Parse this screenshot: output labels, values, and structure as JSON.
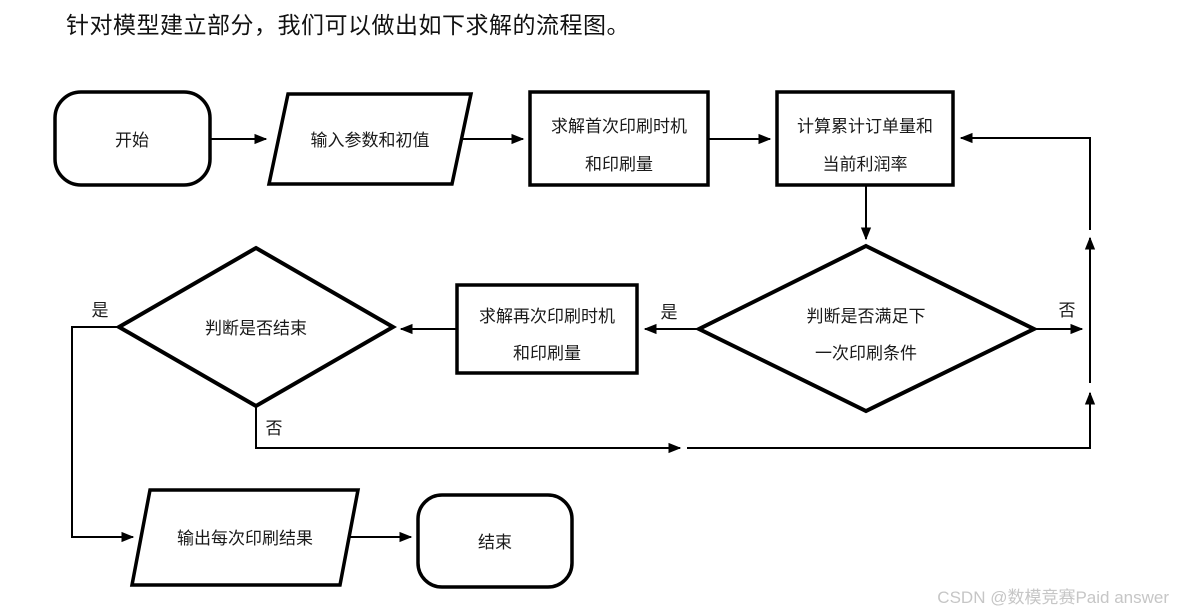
{
  "page": {
    "title": "针对模型建立部分，我们可以做出如下求解的流程图。",
    "watermark": "CSDN @数模竞赛Paid answer"
  },
  "flowchart": {
    "nodes": {
      "start": {
        "type": "terminator",
        "label": "开始"
      },
      "input": {
        "type": "io",
        "label": "输入参数和初值"
      },
      "solve_first": {
        "type": "process",
        "line1": "求解首次印刷时机",
        "line2": "和印刷量"
      },
      "compute": {
        "type": "process",
        "line1": "计算累计订单量和",
        "line2": "当前利润率"
      },
      "decision_next_print": {
        "type": "decision",
        "line1": "判断是否满足下",
        "line2": "一次印刷条件"
      },
      "solve_again": {
        "type": "process",
        "line1": "求解再次印刷时机",
        "line2": "和印刷量"
      },
      "decision_end": {
        "type": "decision",
        "label": "判断是否结束"
      },
      "output": {
        "type": "io",
        "label": "输出每次印刷结果"
      },
      "end": {
        "type": "terminator",
        "label": "结束"
      }
    },
    "edge_labels": {
      "next_print_no": "否",
      "next_print_yes": "是",
      "end_yes": "是",
      "end_no": "否"
    },
    "colors": {
      "line": "#000000",
      "text": "#1a1a1a",
      "watermark": "#c6c6c6",
      "background": "#ffffff"
    }
  }
}
